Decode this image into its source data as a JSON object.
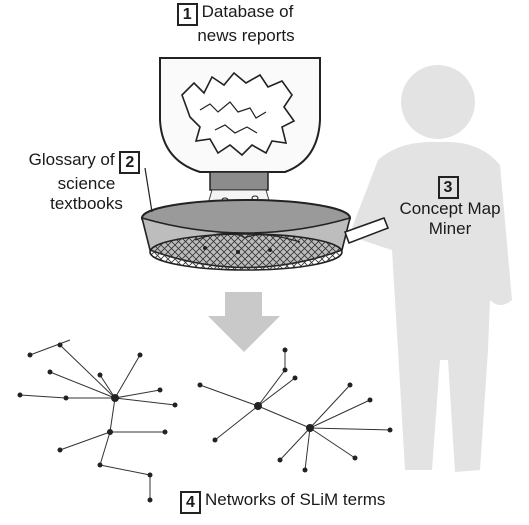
{
  "labels": {
    "step1": {
      "number": "1",
      "line1": "Database of",
      "line2": "news reports"
    },
    "step2": {
      "number": "2",
      "line1": "Glossary of",
      "line2": "science",
      "line3": "textbooks"
    },
    "step3": {
      "number": "3",
      "line1": "Concept Map",
      "line2": "Miner"
    },
    "step4": {
      "number": "4",
      "text": "Networks of SLiM terms"
    }
  },
  "colors": {
    "ink": "#1a1a1a",
    "person": "#e3e3e3",
    "arrow": "#c9c9c9",
    "sieve": "#9a9a9a"
  }
}
